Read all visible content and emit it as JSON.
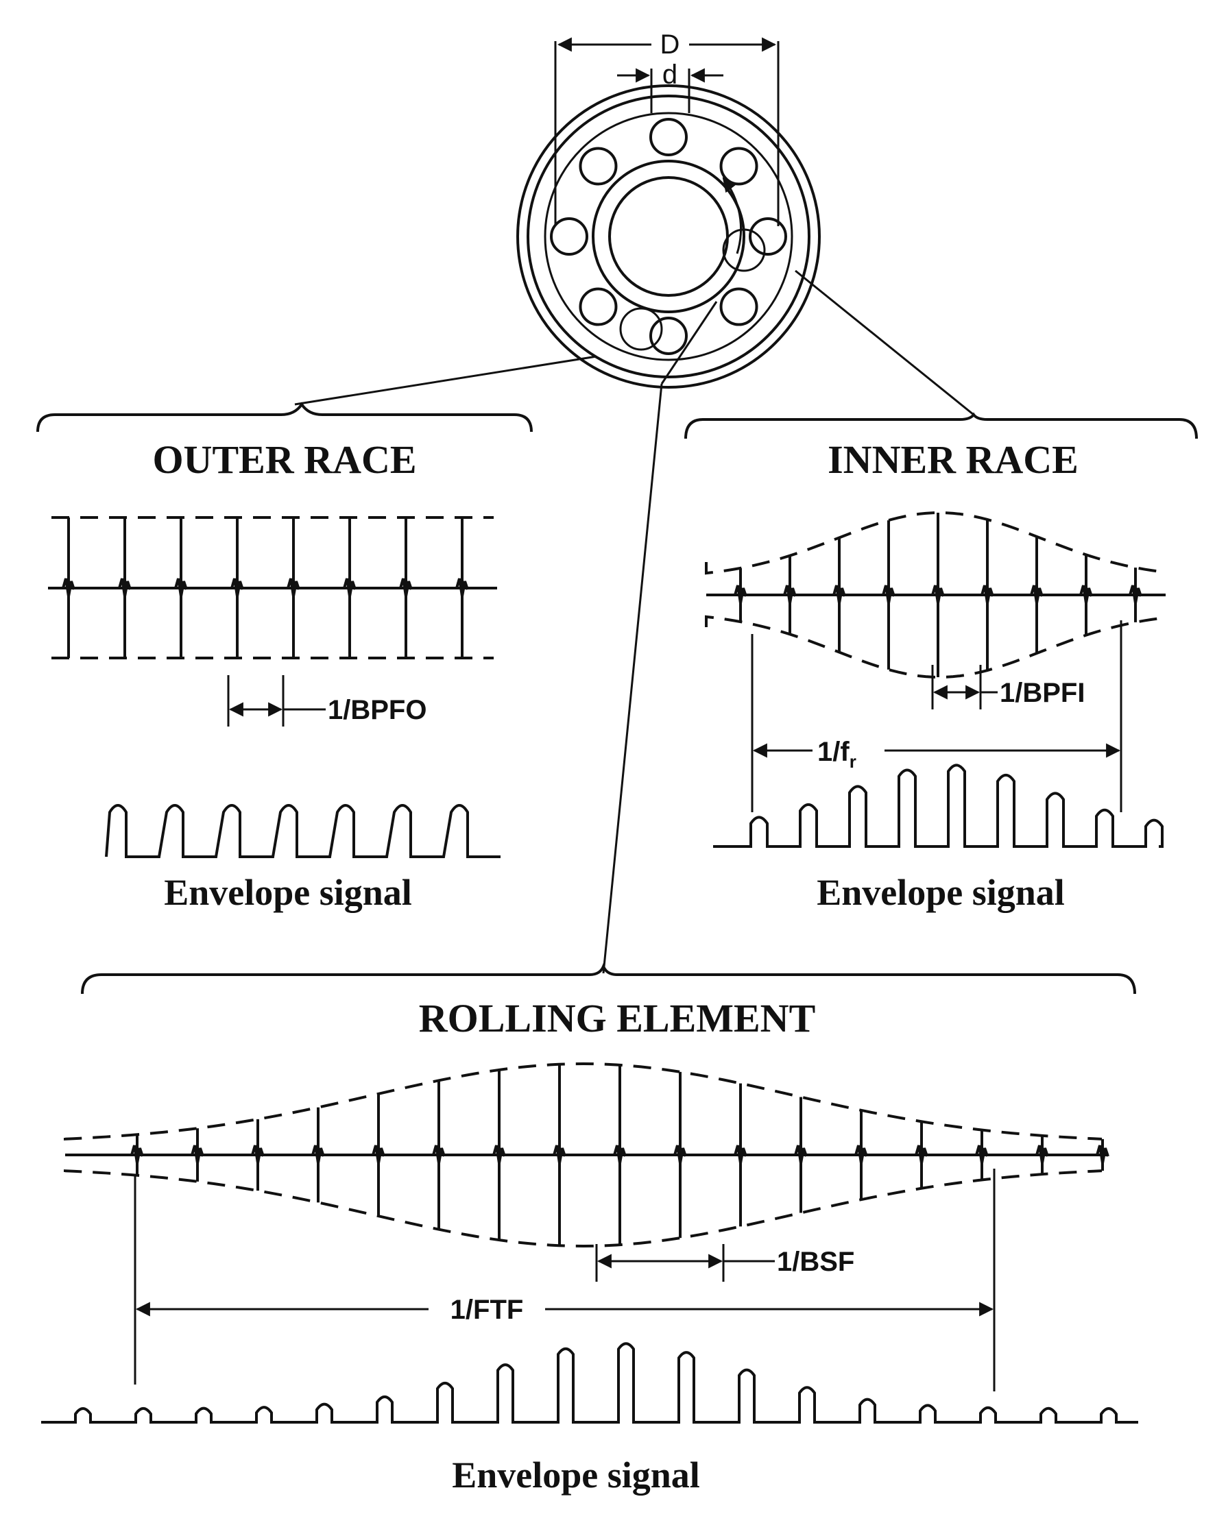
{
  "bearing": {
    "outer_dim_label": "D",
    "ball_dim_label": "d"
  },
  "outer_race": {
    "title": "OUTER RACE",
    "period_label": "1/BPFO",
    "envelope_caption": "Envelope signal"
  },
  "inner_race": {
    "title": "INNER RACE",
    "period_label": "1/BPFI",
    "rotation_label_main": "1/f",
    "rotation_label_sub": "r",
    "envelope_caption": "Envelope signal"
  },
  "rolling_element": {
    "title": "ROLLING ELEMENT",
    "period_label": "1/BSF",
    "cage_label": "1/FTF",
    "envelope_caption": "Envelope signal"
  }
}
